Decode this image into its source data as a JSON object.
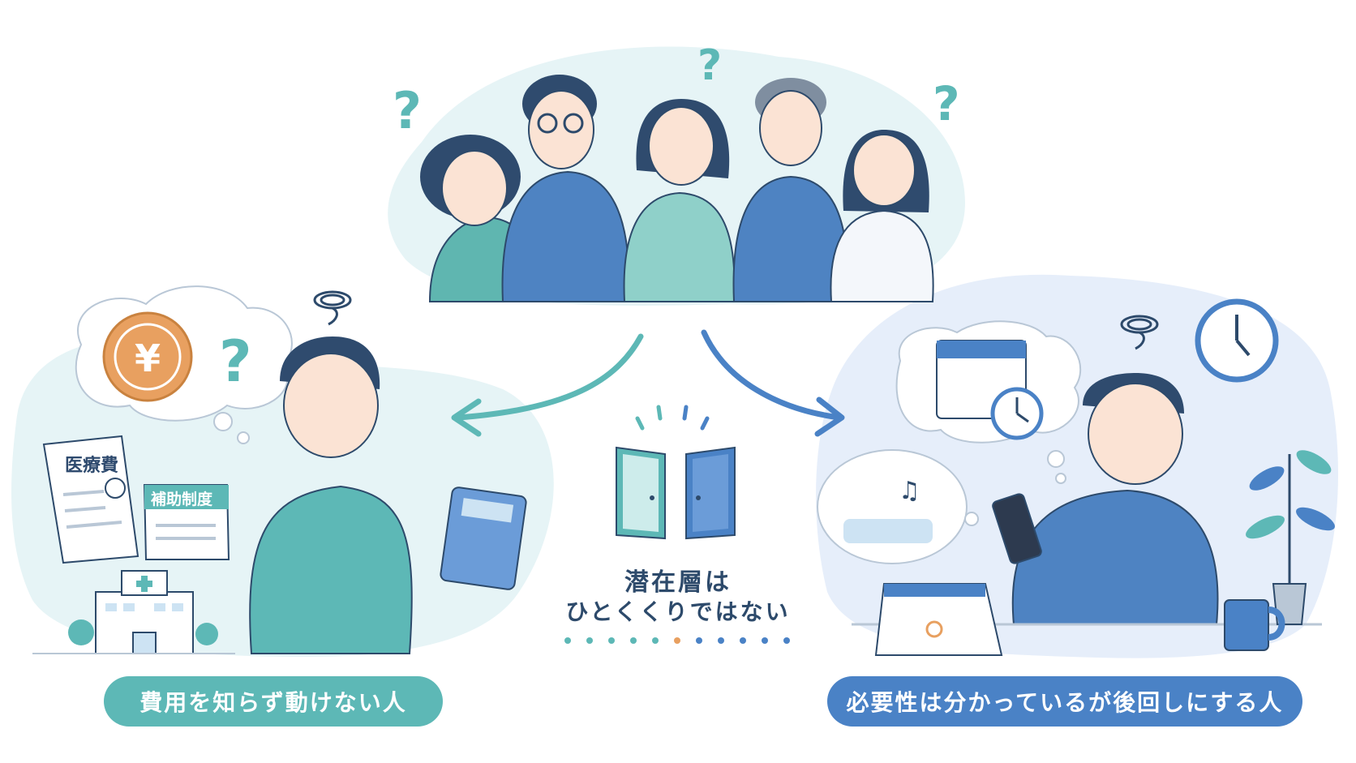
{
  "center": {
    "title_line1": "潜在層は",
    "title_line2": "ひとくくりではない"
  },
  "left_group": {
    "label": "費用を知らず動けない人",
    "document_label": "医療費",
    "subsidy_label": "補助制度",
    "coin_symbol": "¥"
  },
  "right_group": {
    "label": "必要性は分かっているが後回しにする人"
  },
  "colors": {
    "teal": "#5db8b6",
    "blue": "#4a82c6",
    "navy": "#2d4a6b",
    "orange_coin": "#e8a060",
    "background_blob_left": "#e6f4f6",
    "background_blob_right": "#e6eefa"
  },
  "icons": [
    "question-mark-icon",
    "yen-coin-icon",
    "calculator-icon",
    "hospital-icon",
    "calendar-icon",
    "clock-icon",
    "smartphone-icon",
    "plant-icon",
    "mug-icon",
    "door-icon",
    "music-note-icon",
    "stress-swirl-icon"
  ]
}
